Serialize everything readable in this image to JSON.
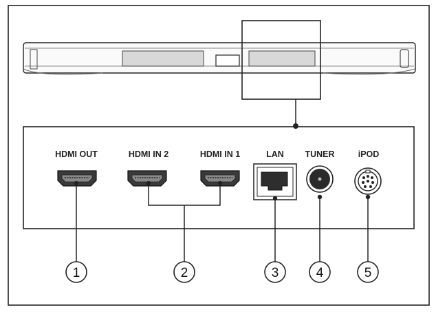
{
  "ports": [
    {
      "id": "hdmi-out",
      "label": "HDMI OUT",
      "icon": "hdmi-port-icon"
    },
    {
      "id": "hdmi-in-2",
      "label": "HDMI IN 2",
      "icon": "hdmi-port-icon"
    },
    {
      "id": "hdmi-in-1",
      "label": "HDMI IN 1",
      "icon": "hdmi-port-icon"
    },
    {
      "id": "lan",
      "label": "LAN",
      "icon": "ethernet-port-icon"
    },
    {
      "id": "tuner",
      "label": "TUNER",
      "icon": "coax-port-icon"
    },
    {
      "id": "ipod",
      "label": "iPOD",
      "icon": "ipod-dock-port-icon"
    }
  ],
  "callouts": [
    "1",
    "2",
    "3",
    "4",
    "5"
  ],
  "colors": {
    "line": "#222222",
    "fill": "#333333",
    "background": "#ffffff"
  }
}
